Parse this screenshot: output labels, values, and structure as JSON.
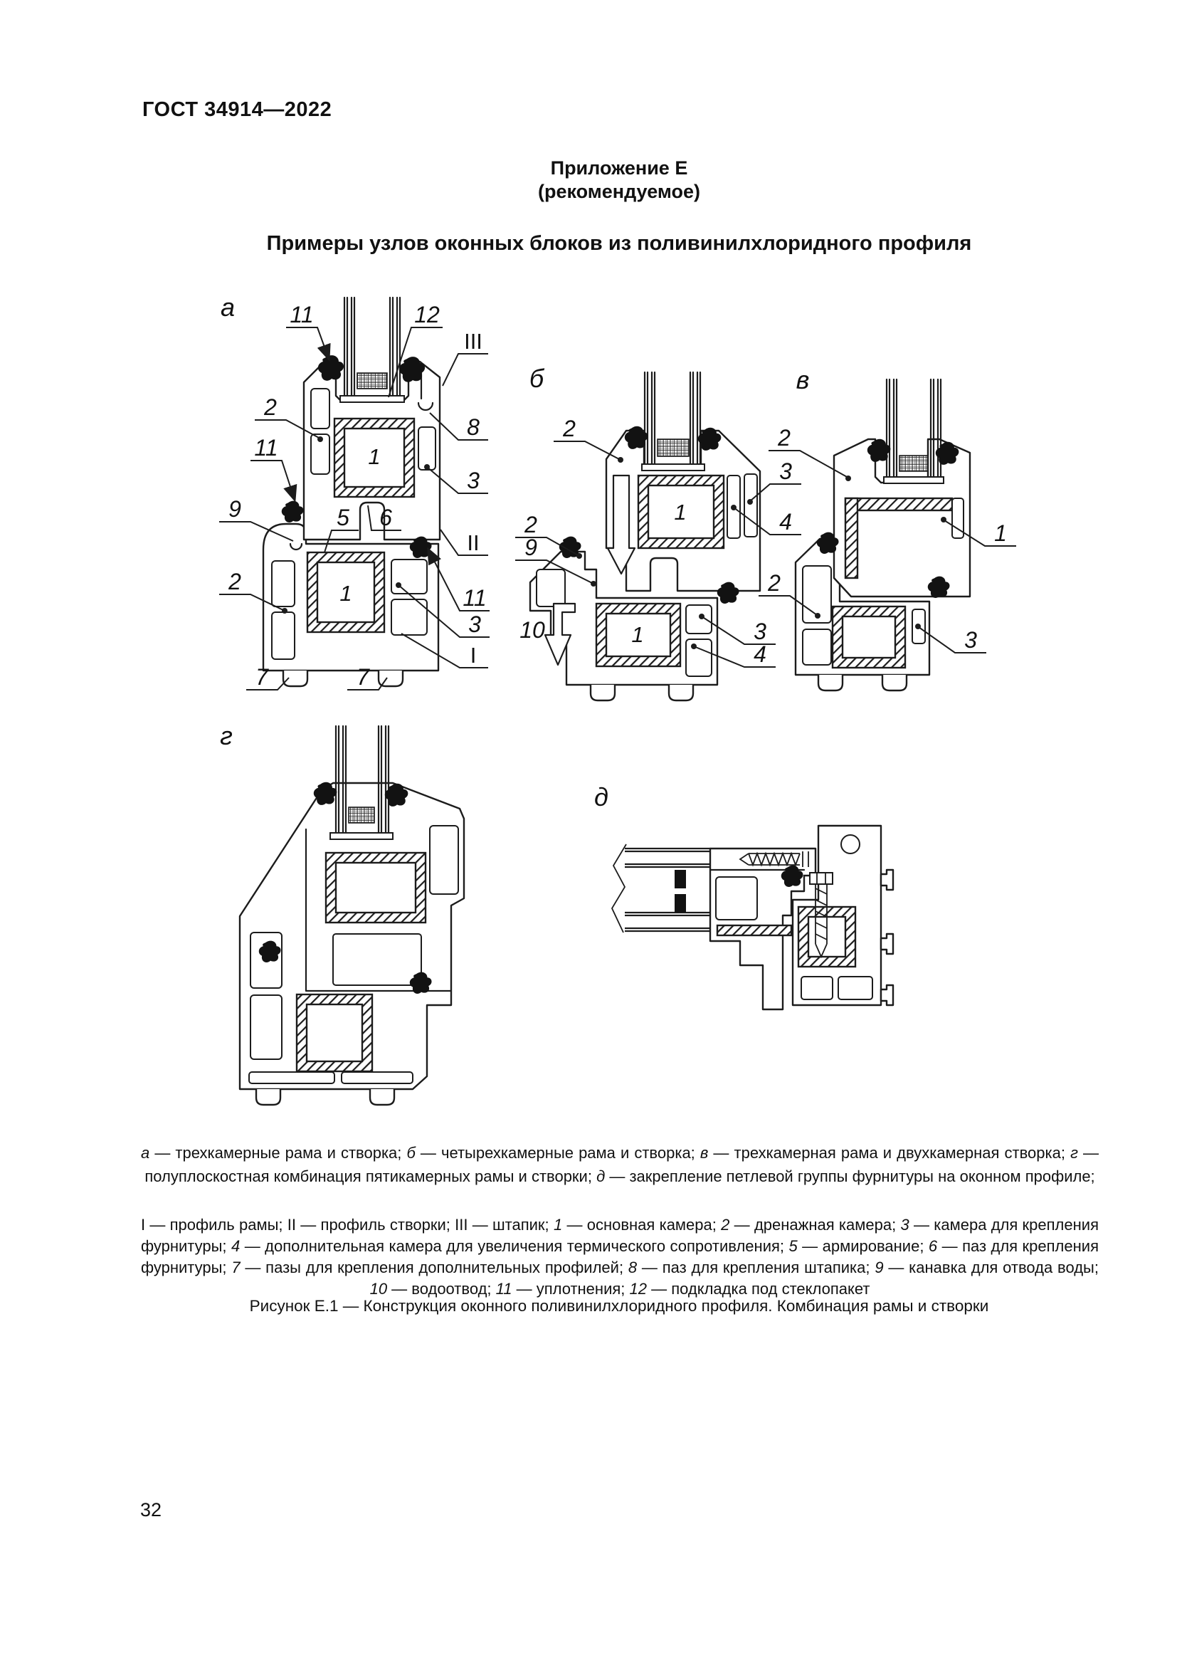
{
  "document": {
    "standard": "ГОСТ 34914—2022",
    "page_number": "32"
  },
  "appendix": {
    "label": "Приложение Е",
    "type": "(рекомендуемое)",
    "title": "Примеры узлов оконных блоков из поливинилхлоридного профиля"
  },
  "figure": {
    "caption": "Рисунок Е.1 — Конструкция оконного поливинилхлоридного профиля. Комбинация рамы и створки",
    "variants": {
      "a": "а",
      "b": "б",
      "v": "в",
      "g": "г",
      "d": "д"
    },
    "labels": {
      "n1": "1",
      "n2": "2",
      "n3": "3",
      "n4": "4",
      "n5": "5",
      "n6": "6",
      "n7": "7",
      "n8": "8",
      "n9": "9",
      "n10": "10",
      "n11": "11",
      "n12": "12",
      "rI": "I",
      "rII": "II",
      "rIII": "III"
    }
  },
  "description": {
    "variants_note": [
      {
        "t": "а",
        "i": true
      },
      {
        "t": " — трехкамерные рама и створка; "
      },
      {
        "t": "б",
        "i": true
      },
      {
        "t": " — четырехкамерные рама и створка; "
      },
      {
        "t": "в",
        "i": true
      },
      {
        "t": " — трехкамерная рама и двухкамерная створка; "
      },
      {
        "t": "г",
        "i": true
      },
      {
        "t": " — полуплоскостная комбинация пятикамерных рамы и створки; "
      },
      {
        "t": "д",
        "i": true
      },
      {
        "t": " — закрепление петлевой группы фурнитуры на оконном профиле;"
      }
    ],
    "legend_note": [
      {
        "t": "I — профиль рамы; II — профиль створки; III — штапик; "
      },
      {
        "t": "1",
        "i": true
      },
      {
        "t": " — основная камера; "
      },
      {
        "t": "2",
        "i": true
      },
      {
        "t": " — дренажная камера; "
      },
      {
        "t": "3",
        "i": true
      },
      {
        "t": " — камера для крепления фурнитуры; "
      },
      {
        "t": "4",
        "i": true
      },
      {
        "t": " — дополнительная камера для увеличения термического сопротивления; "
      },
      {
        "t": "5",
        "i": true
      },
      {
        "t": " — армирование; "
      },
      {
        "t": "6",
        "i": true
      },
      {
        "t": " — паз для крепления фурнитуры; "
      },
      {
        "t": "7",
        "i": true
      },
      {
        "t": " — пазы для крепления дополнительных профилей; "
      },
      {
        "t": "8",
        "i": true
      },
      {
        "t": " — паз для крепления штапика; "
      },
      {
        "t": "9",
        "i": true
      },
      {
        "t": " — канавка для отвода воды; "
      },
      {
        "t": "10",
        "i": true
      },
      {
        "t": " — водоотвод; "
      },
      {
        "t": "11",
        "i": true
      },
      {
        "t": " — уплотнения; "
      },
      {
        "t": "12",
        "i": true
      },
      {
        "t": " — подкладка под стеклопакет"
      }
    ]
  }
}
